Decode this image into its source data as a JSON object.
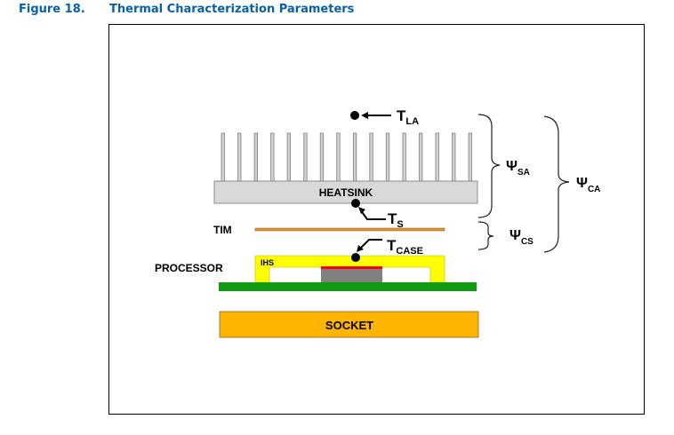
{
  "caption": {
    "number": "Figure 18.",
    "title": "Thermal Characterization Parameters"
  },
  "diagram": {
    "components": {
      "heatsink": "HEATSINK",
      "tim": "TIM",
      "processor": "PROCESSOR",
      "ihs": "IHS",
      "socket": "SOCKET"
    },
    "temperature_points": {
      "t_la": {
        "base": "T",
        "sub": "LA"
      },
      "t_s": {
        "base": "T",
        "sub": "S"
      },
      "t_case": {
        "base": "T",
        "sub": "CASE"
      }
    },
    "parameters": {
      "psi_sa": {
        "base": "Ψ",
        "sub": "SA"
      },
      "psi_cs": {
        "base": "Ψ",
        "sub": "CS"
      },
      "psi_ca": {
        "base": "Ψ",
        "sub": "CA"
      }
    },
    "heatsink_fin_count": 16,
    "colors": {
      "caption": "#0860a8",
      "heatsink": "#d9d9d9",
      "tim": "#d8963c",
      "ihs": "#ffff00",
      "die_top": "#ff0000",
      "die": "#808080",
      "substrate": "#129a12",
      "socket": "#ffb400"
    }
  }
}
